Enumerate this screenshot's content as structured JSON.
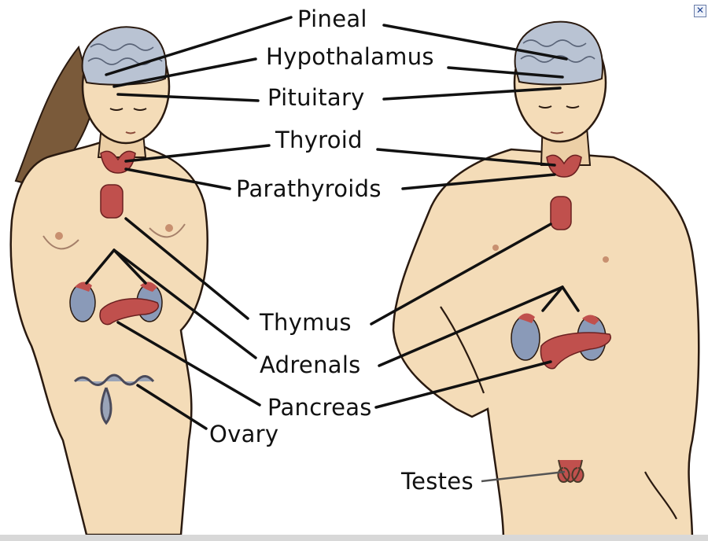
{
  "labels": {
    "pineal": "Pineal",
    "hypothalamus": "Hypothalamus",
    "pituitary": "Pituitary",
    "thyroid": "Thyroid",
    "parathyroids": "Parathyroids",
    "thymus": "Thymus",
    "adrenals": "Adrenals",
    "pancreas": "Pancreas",
    "ovary": "Ovary",
    "testes": "Testes"
  },
  "close_glyph": "✕",
  "colors": {
    "skin": "#f4dcb8",
    "skin_shadow": "#d9b48c",
    "outline": "#2a1a10",
    "hair": "#7a5a3a",
    "brain": "#b9c3d3",
    "gland_red": "#c0504d",
    "kidney_blue": "#8a9ab8",
    "text": "#111111"
  }
}
